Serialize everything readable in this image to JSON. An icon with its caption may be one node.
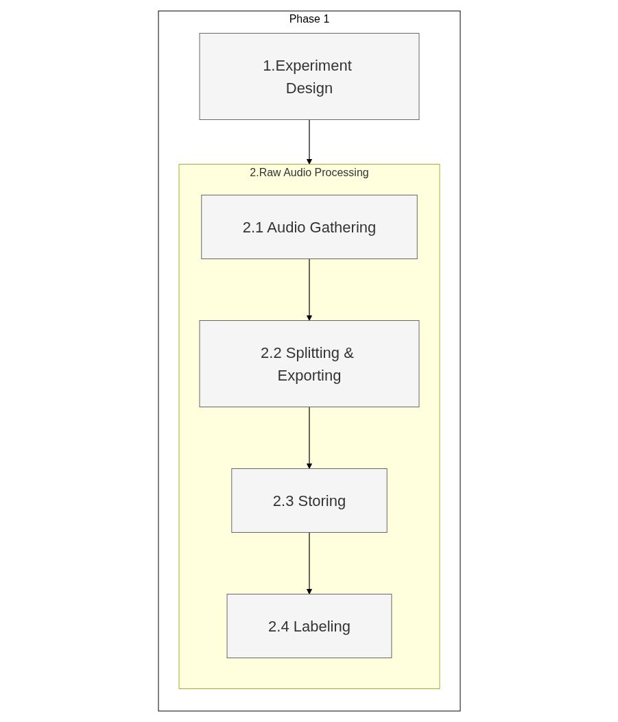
{
  "diagram": {
    "nodes": [
      {
        "text": [
          "Phase 1"
        ]
      },
      {
        "text": [
          "1.Experiment Design"
        ],
        "in": 0
      },
      {
        "text": [
          "2.Raw Audio Processing"
        ],
        "in": 0
      },
      {
        "text": [
          "2.1 Audio Gathering"
        ],
        "in": 2
      },
      {
        "text": [
          "2.2 Splitting & Exporting"
        ],
        "in": 2
      },
      {
        "text": [
          "2.3 Storing"
        ],
        "in": 2
      },
      {
        "text": [
          "2.4 Labeling"
        ],
        "in": 2
      }
    ],
    "edges": [
      {
        "from": 1,
        "to": 2,
        "arrow": "to"
      },
      {
        "from": 3,
        "to": 4,
        "arrow": "to"
      },
      {
        "from": 4,
        "to": 5,
        "arrow": "to"
      },
      {
        "from": 5,
        "to": 6,
        "arrow": "to"
      }
    ]
  }
}
